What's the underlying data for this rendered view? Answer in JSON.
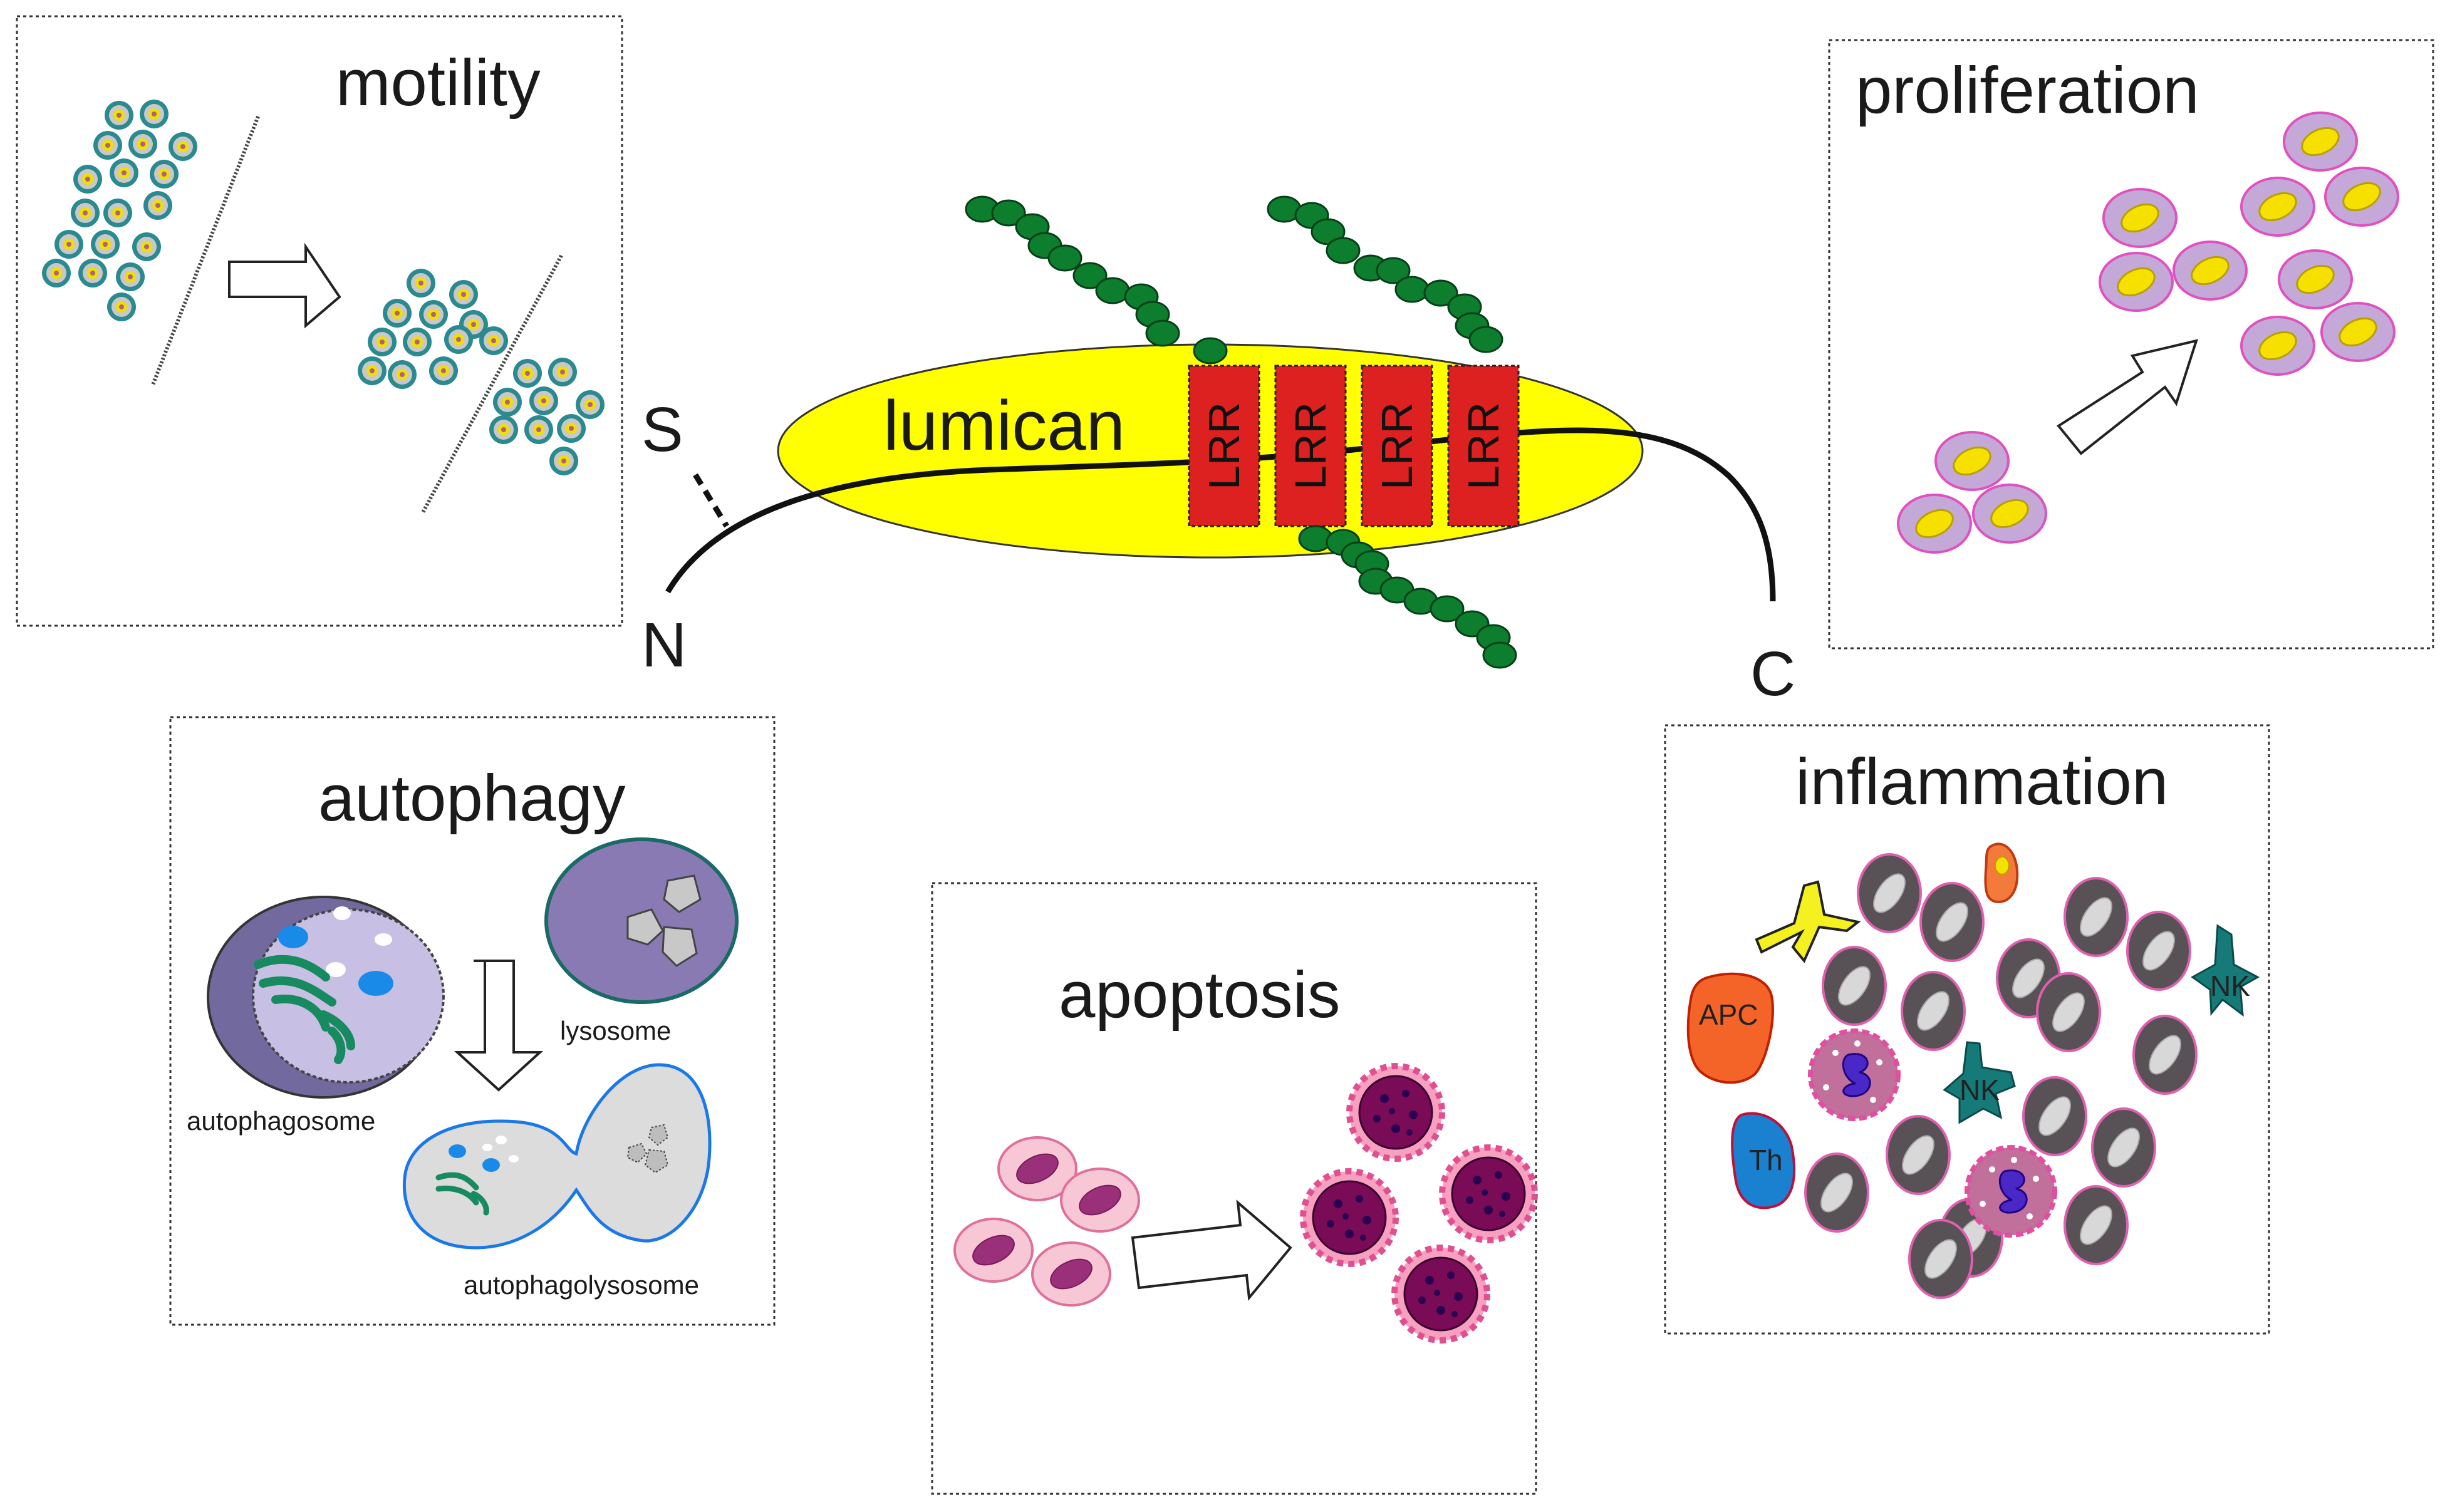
{
  "center": {
    "protein_label": "lumican",
    "domains": [
      "LRR",
      "LRR",
      "LRR",
      "LRR"
    ],
    "n_terminus": "N",
    "c_terminus": "C",
    "s_label": "S"
  },
  "panels": {
    "motility": {
      "title": "motility"
    },
    "proliferation": {
      "title": "proliferation"
    },
    "autophagy": {
      "title": "autophagy",
      "labels": {
        "autophagosome": "autophagosome",
        "lysosome": "lysosome",
        "autophagolysosome": "autophagolysosome"
      }
    },
    "apoptosis": {
      "title": "apoptosis"
    },
    "inflammation": {
      "title": "inflammation",
      "cell_labels": {
        "apc": "APC",
        "th": "Th",
        "nk1": "NK",
        "nk2": "NK"
      }
    }
  },
  "colors": {
    "lumican_body": "#ffff00",
    "lrr_box": "#dd2020",
    "collagen_bead": "#0d7d2e",
    "prolif_cell": "#c4a8d8",
    "prolif_nucleus": "#f5e000",
    "inflam_cell": "#585155",
    "apoptotic_cell": "#7a0b56",
    "nk_cell": "#157a78",
    "apc_cell": "#f46428",
    "th_cell": "#1a80d0"
  }
}
